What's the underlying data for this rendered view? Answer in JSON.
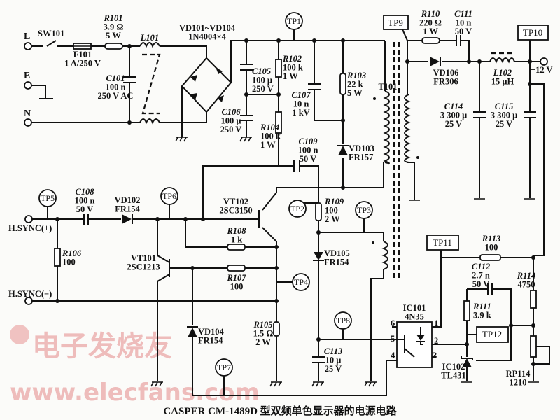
{
  "terminals": {
    "L": "L",
    "E": "E",
    "N": "N",
    "hsync_pos": "H.SYNC(+)",
    "hsync_neg": "H.SYNC(−)",
    "out": "+12 V"
  },
  "components": {
    "SW101": [
      "SW101"
    ],
    "F101": [
      "F101",
      "1 A/250 V"
    ],
    "R101": [
      "R101",
      "3.9 Ω",
      "5 W"
    ],
    "L101": [
      "L101"
    ],
    "C101": [
      "C101",
      "100 n",
      "250 V AC"
    ],
    "VD101": [
      "VD101~VD104",
      "1N4004×4"
    ],
    "C105": [
      "C105",
      "100 μ",
      "250 V"
    ],
    "C106": [
      "C106",
      "100 μ",
      "250 V"
    ],
    "R102": [
      "R102",
      "100 k",
      "1 W"
    ],
    "R104": [
      "R104",
      "100 k",
      "1 W"
    ],
    "C107": [
      "C107",
      "10 n",
      "1 kV"
    ],
    "R103": [
      "R103",
      "22 k",
      "5 W"
    ],
    "VD103": [
      "VD103",
      "FR157"
    ],
    "T101": [
      "T101"
    ],
    "R110": [
      "R110",
      "220 Ω",
      "1 W"
    ],
    "C111": [
      "C111",
      "10 n",
      "50 V"
    ],
    "VD106": [
      "VD106",
      "FR306"
    ],
    "L102": [
      "L102",
      "15 μH"
    ],
    "C114": [
      "C114",
      "3 300 μ",
      "25 V"
    ],
    "C115": [
      "C115",
      "3 300 μ",
      "25 V"
    ],
    "C108": [
      "C108",
      "100 n",
      "50 V"
    ],
    "VD102": [
      "VD102",
      "FR154"
    ],
    "C109": [
      "C109",
      "100 n",
      "50 V"
    ],
    "VT102": [
      "VT102",
      "2SC3150"
    ],
    "R109": [
      "R109",
      "100",
      "2 W"
    ],
    "R108": [
      "R108",
      "1 k"
    ],
    "R106": [
      "R106",
      "100"
    ],
    "VT101": [
      "VT101",
      "2SC1213"
    ],
    "R107": [
      "R107",
      "100"
    ],
    "VD105": [
      "VD105",
      "FR154"
    ],
    "VD104": [
      "VD104",
      "FR154"
    ],
    "R105": [
      "R105",
      "1.5 Ω",
      "2 W"
    ],
    "C113": [
      "C113",
      "10 μ",
      "25 V"
    ],
    "IC101": [
      "IC101",
      "4N35"
    ],
    "R113": [
      "R113",
      "100"
    ],
    "C112": [
      "C112",
      "2.7 n",
      "50 V"
    ],
    "R111": [
      "R111",
      "3.9 k"
    ],
    "R114": [
      "R114",
      "4750"
    ],
    "IC102": [
      "IC102",
      "TL431"
    ],
    "RP114": [
      "RP114",
      "1210"
    ]
  },
  "pins": [
    "1",
    "2",
    "3",
    "4",
    "5",
    "6"
  ],
  "test_points": {
    "TP1": "TP1",
    "TP2": "TP2",
    "TP3": "TP3",
    "TP4": "TP4",
    "TP5": "TP5",
    "TP6": "TP6",
    "TP7": "TP7",
    "TP8": "TP8",
    "TP9": "TP9",
    "TP10": "TP10",
    "TP11": "TP11",
    "TP12": "TP12"
  },
  "caption": "CASPER CM-1489D 型双频单色显示器的电源电路",
  "watermark": {
    "cn": "电子发烧友",
    "url": "www.elecfans.com"
  }
}
